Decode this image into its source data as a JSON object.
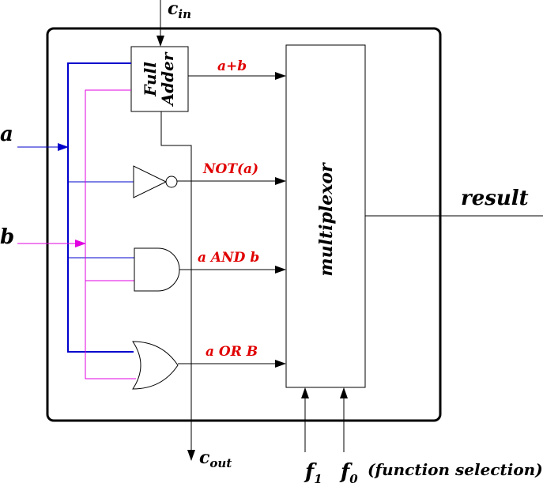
{
  "inputs": {
    "a": "a",
    "b": "b",
    "cin_main": "c",
    "cin_sub": "in",
    "cout_main": "c",
    "cout_sub": "out",
    "f1_main": "f",
    "f1_sub": "1",
    "f0_main": "f",
    "f0_sub": "0",
    "function_selection": "(function selection)"
  },
  "blocks": {
    "full_adder_line1": "Full",
    "full_adder_line2": "Adder",
    "multiplexor": "multiplexor"
  },
  "signals": {
    "sum": "a+b",
    "not": "NOT(a)",
    "and": "a AND b",
    "or": "a OR B"
  },
  "output": {
    "result": "result"
  },
  "colors": {
    "a_wire": "#0000cc",
    "b_wire": "#e000e0",
    "signal_label": "#e00000",
    "wire": "#000000"
  }
}
